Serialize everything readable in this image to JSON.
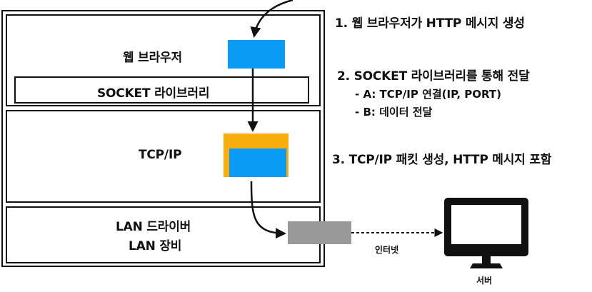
{
  "layers": {
    "browser_label": "웹 브라우저",
    "socket_label": "SOCKET 라이브러리",
    "tcpip_label": "TCP/IP",
    "lan_driver_label": "LAN 드라이버",
    "lan_device_label": "LAN 장비"
  },
  "notes": {
    "step1": "1. 웹 브라우저가 HTTP 메시지 생성",
    "step2": "2. SOCKET 라이브러리를 통해 전달",
    "step2a": "- A: TCP/IP 연결(IP, PORT)",
    "step2b": "- B: 데이터 전달",
    "step3": "3. TCP/IP 패킷 생성, HTTP 메시지 포함"
  },
  "network": {
    "internet_label": "인터넷",
    "server_label": "서버"
  },
  "colors": {
    "message": "#0a9bf5",
    "packet_wrapper": "#f7ad0c",
    "lan_packet": "#999999"
  }
}
